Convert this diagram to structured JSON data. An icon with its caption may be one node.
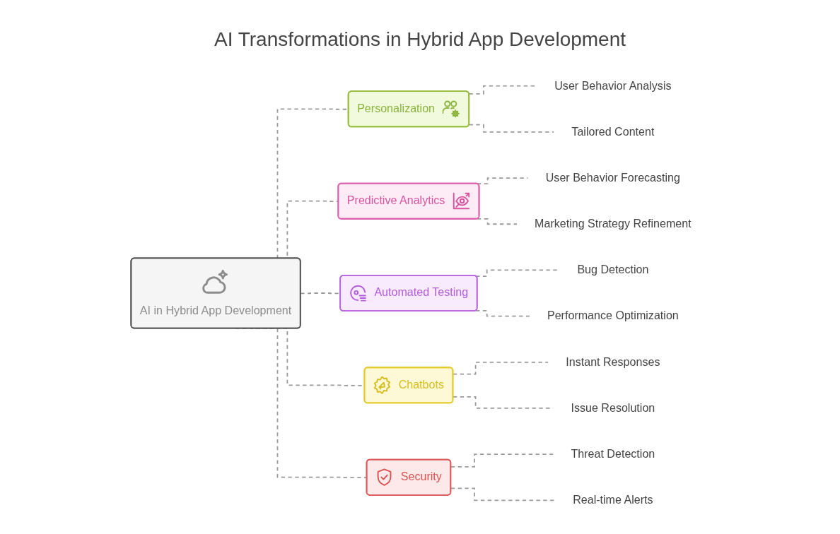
{
  "diagram": {
    "title": "AI Transformations in Hybrid App Development",
    "nodes": [
      {
        "text": [
          "AI in Hybrid App Development"
        ]
      },
      {
        "text": [
          "Personalization"
        ]
      },
      {
        "text": [
          "User Behavior Analysis"
        ]
      },
      {
        "text": [
          "Tailored Content"
        ]
      },
      {
        "text": [
          "Predictive Analytics"
        ]
      },
      {
        "text": [
          "User Behavior Forecasting"
        ]
      },
      {
        "text": [
          "Marketing Strategy Refinement"
        ]
      },
      {
        "text": [
          "Automated Testing"
        ]
      },
      {
        "text": [
          "Bug Detection"
        ]
      },
      {
        "text": [
          "Performance Optimization"
        ]
      },
      {
        "text": [
          "Chatbots"
        ]
      },
      {
        "text": [
          "Instant Responses"
        ]
      },
      {
        "text": [
          "Issue Resolution"
        ]
      },
      {
        "text": [
          "Security"
        ]
      },
      {
        "text": [
          "Threat Detection"
        ]
      },
      {
        "text": [
          "Real-time Alerts"
        ]
      }
    ],
    "edges": [
      {
        "from": 0,
        "to": 1,
        "arrow": "none",
        "style": "dashed"
      },
      {
        "from": 1,
        "to": 2,
        "arrow": "none",
        "style": "dashed"
      },
      {
        "from": 1,
        "to": 3,
        "arrow": "none",
        "style": "dashed"
      },
      {
        "from": 0,
        "to": 4,
        "arrow": "none",
        "style": "dashed"
      },
      {
        "from": 4,
        "to": 5,
        "arrow": "none",
        "style": "dashed"
      },
      {
        "from": 4,
        "to": 6,
        "arrow": "none",
        "style": "dashed"
      },
      {
        "from": 0,
        "to": 7,
        "arrow": "none",
        "style": "dashed"
      },
      {
        "from": 7,
        "to": 8,
        "arrow": "none",
        "style": "dashed"
      },
      {
        "from": 7,
        "to": 9,
        "arrow": "none",
        "style": "dashed"
      },
      {
        "from": 0,
        "to": 10,
        "arrow": "none",
        "style": "dashed"
      },
      {
        "from": 10,
        "to": 11,
        "arrow": "none",
        "style": "dashed"
      },
      {
        "from": 10,
        "to": 12,
        "arrow": "none",
        "style": "dashed"
      },
      {
        "from": 0,
        "to": 13,
        "arrow": "none",
        "style": "dashed"
      },
      {
        "from": 13,
        "to": 14,
        "arrow": "none",
        "style": "dashed"
      },
      {
        "from": 13,
        "to": 15,
        "arrow": "none",
        "style": "dashed"
      }
    ]
  }
}
